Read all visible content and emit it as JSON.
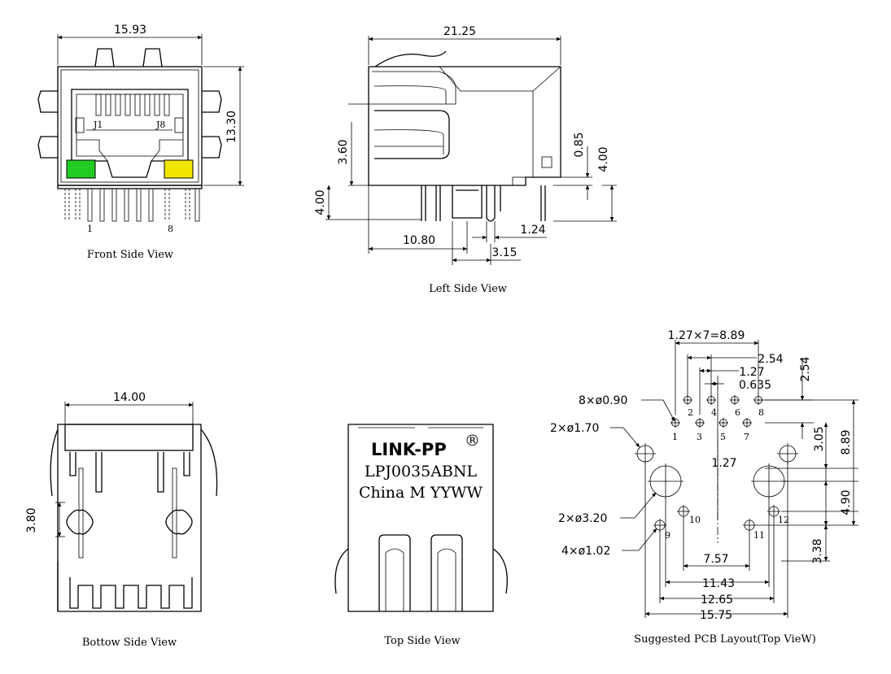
{
  "views": {
    "front": {
      "caption": "Front Side View",
      "width_dim": "15.93",
      "height_dim": "13.30",
      "label_j1": "J1",
      "label_j8": "J8",
      "pin_first": "1",
      "pin_last": "8",
      "led_left_color": "#22cc22",
      "led_right_color": "#f2e600"
    },
    "left": {
      "caption": "Left Side View",
      "length_dim": "21.25",
      "dim_3_60": "3.60",
      "dim_4_00_left": "4.00",
      "dim_0_85": "0.85",
      "dim_4_00_right": "4.00",
      "dim_10_80": "10.80",
      "dim_1_24": "1.24",
      "dim_3_15": "3.15"
    },
    "bottom": {
      "caption": "Bottow Side View",
      "width_dim": "14.00",
      "dim_3_80": "3.80"
    },
    "top": {
      "caption": "Top Side View",
      "brand": "LINK-PP",
      "registered": "®",
      "part_number": "LPJ0035ABNL",
      "origin_line": "China M YYWW"
    },
    "pcb": {
      "caption": "Suggested PCB Layout(Top VieW)",
      "pitch_total": "1.27×7=8.89",
      "dim_2_54_h": "2.54",
      "dim_1_27_h": "1.27",
      "dim_0_635": "0.635",
      "dim_2_54_v": "2.54",
      "callout_pins": "8×ø0.90",
      "callout_led": "2×ø1.70",
      "callout_post": "2×ø3.20",
      "callout_shield": "4×ø1.02",
      "dim_3_05": "3.05",
      "dim_8_89": "8.89",
      "dim_1_27_v": "1.27",
      "dim_4_90": "4.90",
      "dim_3_38": "3.38",
      "dim_7_57": "7.57",
      "dim_11_43": "11.43",
      "dim_12_65": "12.65",
      "dim_15_75": "15.75",
      "pin_labels_top": [
        "2",
        "4",
        "6",
        "8"
      ],
      "pin_labels_bottom": [
        "1",
        "3",
        "5",
        "7"
      ],
      "shield_labels": [
        "9",
        "10",
        "11",
        "12"
      ]
    }
  }
}
